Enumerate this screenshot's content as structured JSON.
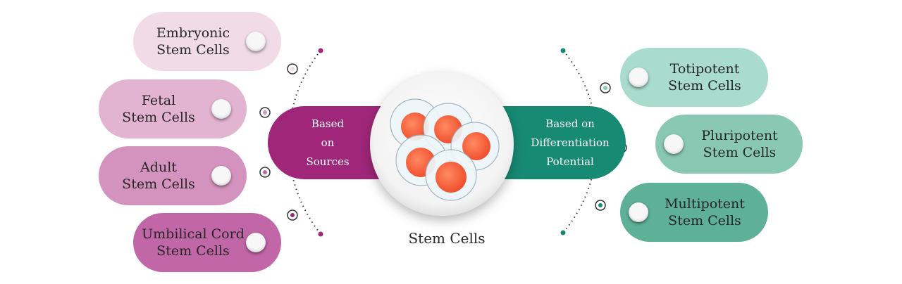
{
  "title": "Stem Cells",
  "left_category": {
    "label": "Based\non\nSources",
    "color": "#a0267a"
  },
  "right_category": {
    "label": "Based on\nDifferentiation\nPotential",
    "color": "#178a73"
  },
  "sources": [
    {
      "label": "Embryonic\nStem Cells",
      "color": "#f1dbe7"
    },
    {
      "label": "Fetal\nStem Cells",
      "color": "#e2b4d1"
    },
    {
      "label": "Adult\nStem Cells",
      "color": "#d493bf"
    },
    {
      "label": "Umbilical Cord\nStem Cells",
      "color": "#c166a6"
    }
  ],
  "potentials": [
    {
      "label": "Totipotent\nStem Cells",
      "color": "#a9dccd"
    },
    {
      "label": "Pluripotent\nStem Cells",
      "color": "#89c9b4"
    },
    {
      "label": "Multipotent\nStem Cells",
      "color": "#5eb096"
    }
  ]
}
